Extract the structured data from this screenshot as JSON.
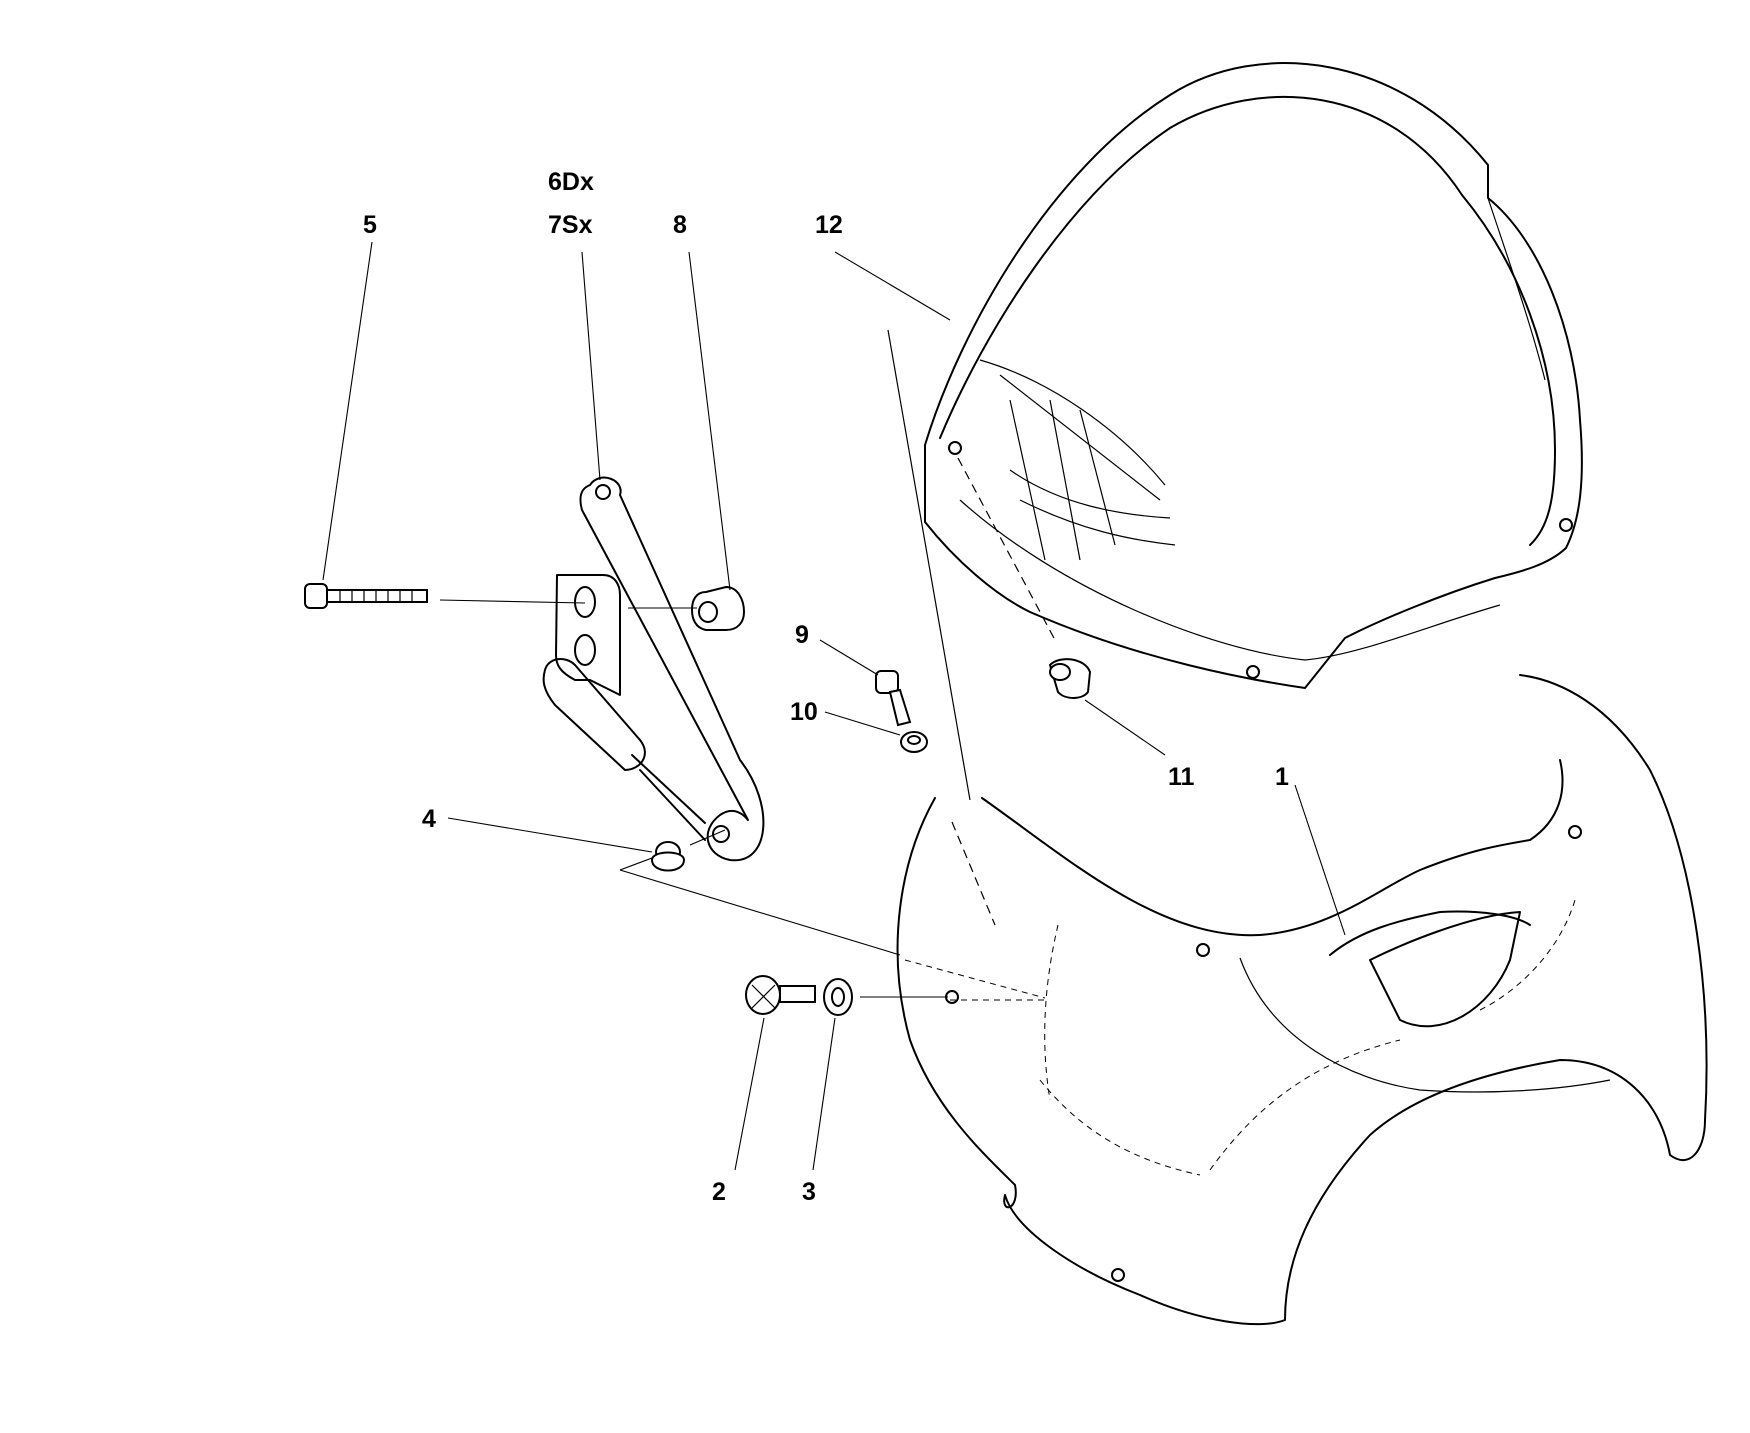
{
  "labels": {
    "l1": "1",
    "l2": "2",
    "l3": "3",
    "l4": "4",
    "l5": "5",
    "l6": "6Dx",
    "l7": "7Sx",
    "l8": "8",
    "l9": "9",
    "l10": "10",
    "l11": "11",
    "l12": "12"
  }
}
